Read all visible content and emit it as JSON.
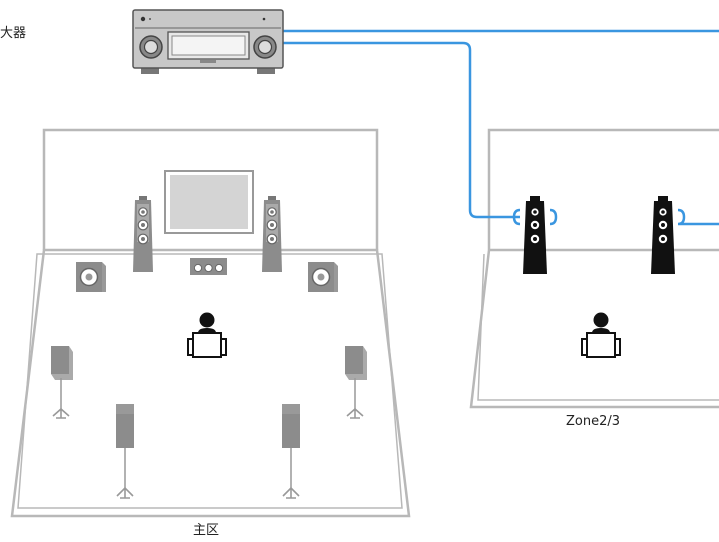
{
  "labels": {
    "amplifier": "大器",
    "main_zone": "主区",
    "zone2": "Zone2/3"
  },
  "colors": {
    "cable": "#3a96e0",
    "room_line": "#b8b8b8",
    "speaker_gray": "#8c8c8c",
    "speaker_black": "#111111"
  }
}
